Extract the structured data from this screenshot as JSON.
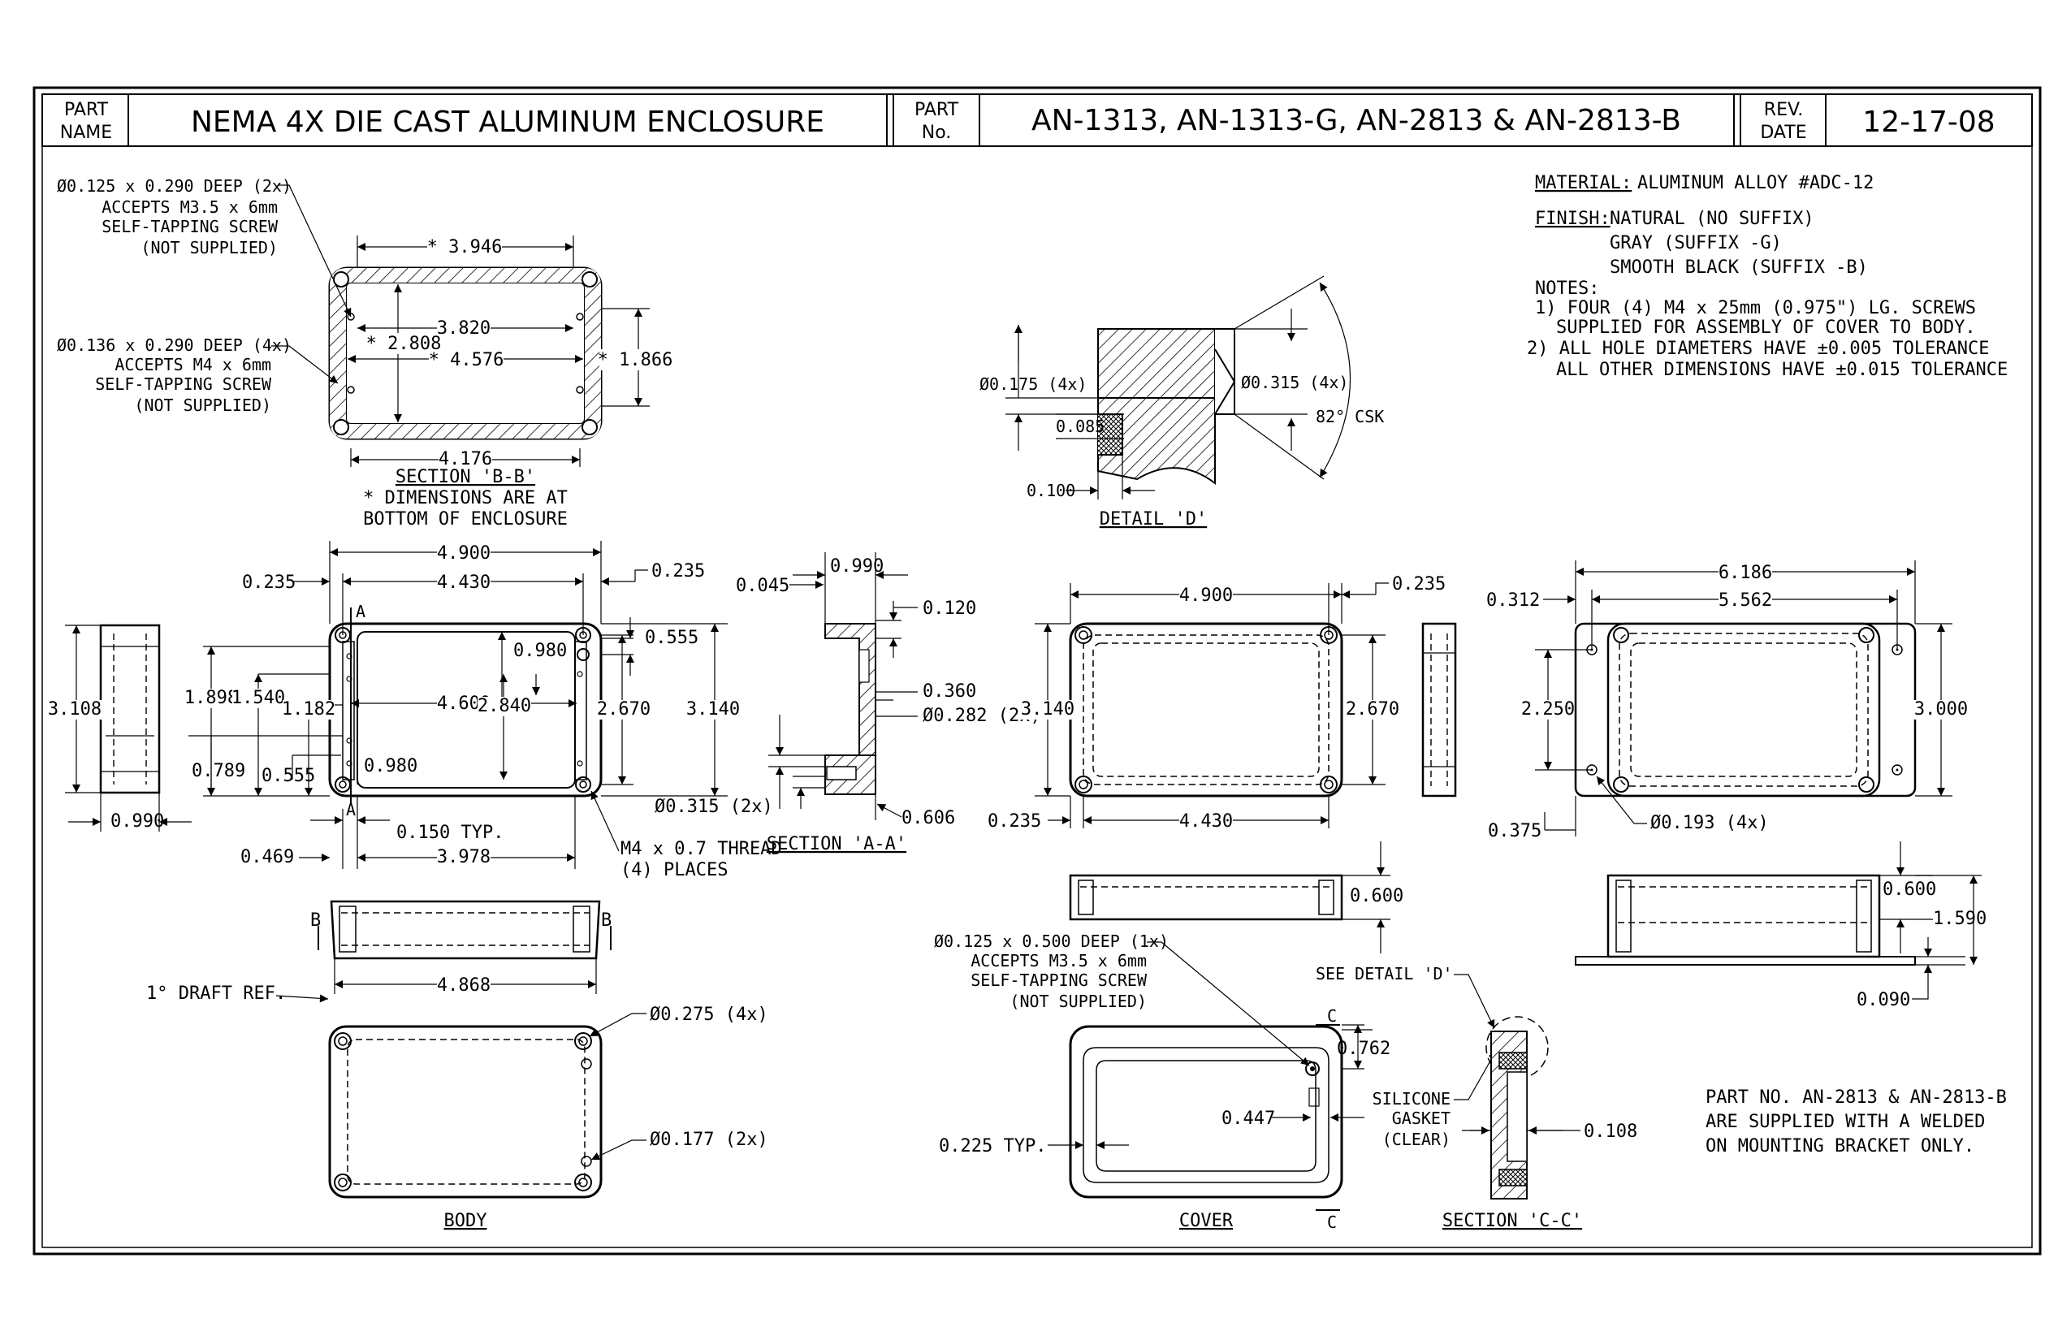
{
  "header": {
    "part_name_label_1": "PART",
    "part_name_label_2": "NAME",
    "part_name": "NEMA 4X DIE CAST ALUMINUM ENCLOSURE",
    "part_no_label_1": "PART",
    "part_no_label_2": "No.",
    "part_no": "AN-1313, AN-1313-G, AN-2813 & AN-2813-B",
    "rev_label_1": "REV.",
    "rev_label_2": "DATE",
    "rev_date": "12-17-08"
  },
  "notes": {
    "material_label": "MATERIAL:",
    "material": "ALUMINUM ALLOY #ADC-12",
    "finish_label": "FINISH:",
    "finish_1": "NATURAL (NO SUFFIX)",
    "finish_2": "GRAY (SUFFIX -G)",
    "finish_3": "SMOOTH BLACK (SUFFIX -B)",
    "notes_label": "NOTES:",
    "note_1a": "1) FOUR (4) M4 x 25mm (0.975\") LG. SCREWS",
    "note_1b": "SUPPLIED FOR ASSEMBLY OF COVER TO BODY.",
    "note_2a": "2) ALL HOLE DIAMETERS HAVE ±0.005 TOLERANCE",
    "note_2b": "ALL OTHER DIMENSIONS HAVE ±0.015 TOLERANCE",
    "bracket_1": "PART NO. AN-2813 & AN-2813-B",
    "bracket_2": "ARE SUPPLIED WITH A WELDED",
    "bracket_3": "ON MOUNTING BRACKET ONLY."
  },
  "section_bb": {
    "title": "SECTION 'B-B'",
    "note_1": "* DIMENSIONS ARE AT",
    "note_2": "BOTTOM OF ENCLOSURE",
    "hole1_a": "Ø0.125 x 0.290 DEEP (2x)",
    "hole1_b": "ACCEPTS M3.5 x 6mm",
    "hole1_c": "SELF-TAPPING SCREW",
    "hole1_d": "(NOT SUPPLIED)",
    "hole2_a": "Ø0.136 x 0.290 DEEP (4x)",
    "hole2_b": "ACCEPTS M4 x 6mm",
    "hole2_c": "SELF-TAPPING SCREW",
    "hole2_d": "(NOT SUPPLIED)",
    "d_3946": "* 3.946",
    "d_3820": "3.820",
    "d_2808": "* 2.808",
    "d_4576": "* 4.576",
    "d_1866": "* 1.866",
    "d_4176": "4.176"
  },
  "detail_d": {
    "title": "DETAIL 'D'",
    "d_175": "Ø0.175 (4x)",
    "d_315": "Ø0.315 (4x)",
    "d_085": "0.085",
    "d_csk": "82° CSK",
    "d_100": "0.100"
  },
  "body_top": {
    "d_4900": "4.900",
    "d_4430": "4.430",
    "d_0235a": "0.235",
    "d_0235b": "0.235",
    "d_0980a": "0.980",
    "d_0555a": "0.555",
    "d_4600": "4.600",
    "d_2840": "2.840",
    "d_2670": "2.670",
    "d_3140": "3.140",
    "d_1898": "1.898",
    "d_1540": "1.540",
    "d_1182": "1.182",
    "d_0789": "0.789",
    "d_0555b": "0.555",
    "d_0980b": "0.980",
    "d_0150": "0.150 TYP.",
    "d_0469": "0.469",
    "d_3978": "3.978",
    "d_3108": "3.108",
    "d_0990": "0.990",
    "thread_1": "M4 x 0.7 THREAD",
    "thread_2": "(4) PLACES",
    "label_a": "A"
  },
  "section_aa": {
    "title": "SECTION 'A-A'",
    "d_0990": "0.990",
    "d_0045": "0.045",
    "d_0120": "0.120",
    "d_0360": "0.360",
    "d_0282": "Ø0.282 (2x)",
    "d_0315": "Ø0.315 (2x)",
    "d_0606": "0.606"
  },
  "body_side": {
    "d_4868": "4.868",
    "draft": "1° DRAFT REF.",
    "label_b": "B"
  },
  "body_bottom": {
    "title": "BODY",
    "d_0275": "Ø0.275 (4x)",
    "d_0177": "Ø0.177 (2x)"
  },
  "cover_top": {
    "d_4900": "4.900",
    "d_0235a": "0.235",
    "d_3140": "3.140",
    "d_2670": "2.670",
    "d_0235b": "0.235",
    "d_4430": "4.430",
    "d_0600": "0.600"
  },
  "cover_bottom": {
    "title": "COVER",
    "hole_a": "Ø0.125 x 0.500 DEEP (1x)",
    "hole_b": "ACCEPTS M3.5 x 6mm",
    "hole_c": "SELF-TAPPING SCREW",
    "hole_d": "(NOT SUPPLIED)",
    "see_detail": "SEE DETAIL 'D'",
    "d_0762": "0.762",
    "gasket_1": "SILICONE",
    "gasket_2": "GASKET",
    "gasket_3": "(CLEAR)",
    "d_0447": "0.447",
    "d_0225": "0.225 TYP.",
    "label_c": "C"
  },
  "section_cc": {
    "title": "SECTION 'C-C'",
    "d_0108": "0.108"
  },
  "bracket": {
    "d_6186": "6.186",
    "d_5562": "5.562",
    "d_0312": "0.312",
    "d_2250": "2.250",
    "d_3000": "3.000",
    "d_0375": "0.375",
    "d_0193": "Ø0.193 (4x)",
    "d_0600": "0.600",
    "d_1590": "1.590",
    "d_0090": "0.090"
  }
}
